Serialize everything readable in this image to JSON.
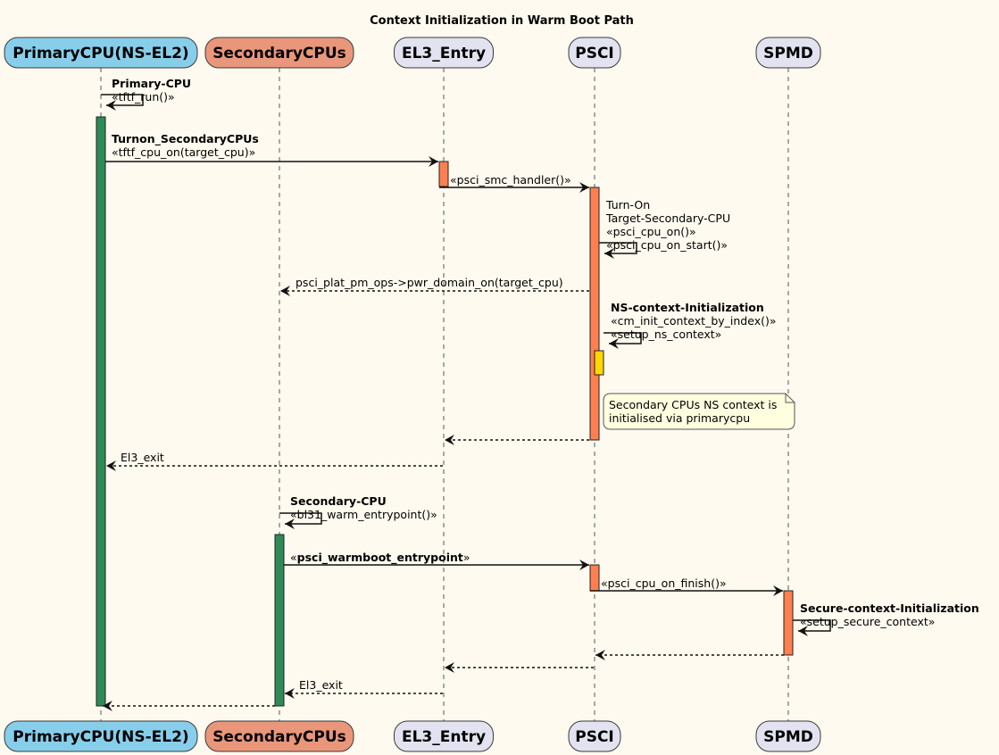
{
  "title": "Context Initialization in Warm Boot Path",
  "participants": [
    {
      "id": "primary",
      "name": "PrimaryCPU(NS-EL2)",
      "color": "#87ceeb"
    },
    {
      "id": "secondary",
      "name": "SecondaryCPUs",
      "color": "#e9967a"
    },
    {
      "id": "el3",
      "name": "EL3_Entry",
      "color": "#e2e2f0"
    },
    {
      "id": "psci",
      "name": "PSCI",
      "color": "#e2e2f0"
    },
    {
      "id": "spmd",
      "name": "SPMD",
      "color": "#e2e2f0"
    }
  ],
  "colors": {
    "background": "#fffaef",
    "activation_primary": "#2e8b57",
    "activation_other": "#ff7f50",
    "activation_nested": "#ffd700",
    "note_fill": "#ffffe0"
  },
  "messages": [
    {
      "id": "m1",
      "from": "primary",
      "to": "primary",
      "type": "self",
      "lines": [
        {
          "text": "Primary-CPU",
          "bold": true
        },
        {
          "text": "«tftf_run()»"
        }
      ]
    },
    {
      "id": "m2",
      "from": "primary",
      "to": "el3",
      "type": "solid",
      "lines": [
        {
          "text": "Turnon_SecondaryCPUs",
          "bold": true
        },
        {
          "text": "«tftf_cpu_on(target_cpu)»"
        }
      ]
    },
    {
      "id": "m3",
      "from": "el3",
      "to": "psci",
      "type": "solid",
      "lines": [
        {
          "text": "«psci_smc_handler()»"
        }
      ]
    },
    {
      "id": "m4",
      "from": "psci",
      "to": "psci",
      "type": "self",
      "lines": [
        {
          "text": "Turn-On"
        },
        {
          "text": "Target-Secondary-CPU"
        },
        {
          "text": "«psci_cpu_on()»"
        },
        {
          "text": "«psci_cpu_on_start()»"
        }
      ]
    },
    {
      "id": "m5",
      "from": "psci",
      "to": "secondary",
      "type": "dashed",
      "lines": [
        {
          "text": "psci_plat_pm_ops->pwr_domain_on(target_cpu)"
        }
      ]
    },
    {
      "id": "m6",
      "from": "psci",
      "to": "psci",
      "type": "self",
      "lines": [
        {
          "text": "NS-context-Initialization",
          "bold": true
        },
        {
          "text": "«cm_init_context_by_index()»"
        },
        {
          "text": "«setup_ns_context»"
        }
      ]
    },
    {
      "id": "m7",
      "from": "psci",
      "to": "el3",
      "type": "dashed",
      "lines": []
    },
    {
      "id": "m8",
      "from": "el3",
      "to": "primary",
      "type": "dashed",
      "lines": [
        {
          "text": "El3_exit"
        }
      ]
    },
    {
      "id": "m9",
      "from": "secondary",
      "to": "secondary",
      "type": "self",
      "lines": [
        {
          "text": "Secondary-CPU",
          "bold": true
        },
        {
          "text": "«bl31_warm_entrypoint()»"
        }
      ]
    },
    {
      "id": "m10",
      "from": "secondary",
      "to": "psci",
      "type": "solid",
      "lines": [
        {
          "segments": [
            {
              "text": "«"
            },
            {
              "text": "psci_warmboot_entrypoint",
              "bold": true
            },
            {
              "text": "»"
            }
          ]
        }
      ]
    },
    {
      "id": "m11",
      "from": "psci",
      "to": "spmd",
      "type": "solid",
      "lines": [
        {
          "text": "«psci_cpu_on_finish()»"
        }
      ]
    },
    {
      "id": "m12",
      "from": "spmd",
      "to": "spmd",
      "type": "self",
      "lines": [
        {
          "text": "Secure-context-Initialization",
          "bold": true
        },
        {
          "text": "«setup_secure_context»"
        }
      ]
    },
    {
      "id": "m13",
      "from": "spmd",
      "to": "psci",
      "type": "dashed",
      "lines": []
    },
    {
      "id": "m14",
      "from": "psci",
      "to": "el3",
      "type": "dashed",
      "lines": []
    },
    {
      "id": "m15",
      "from": "el3",
      "to": "secondary",
      "type": "dashed",
      "lines": [
        {
          "text": "El3_exit"
        }
      ]
    },
    {
      "id": "m16",
      "from": "secondary",
      "to": "primary",
      "type": "dashed",
      "lines": []
    }
  ],
  "note": {
    "attached_to": "psci",
    "lines": [
      "Secondary CPUs NS context is",
      "initialised via primarycpu"
    ]
  }
}
